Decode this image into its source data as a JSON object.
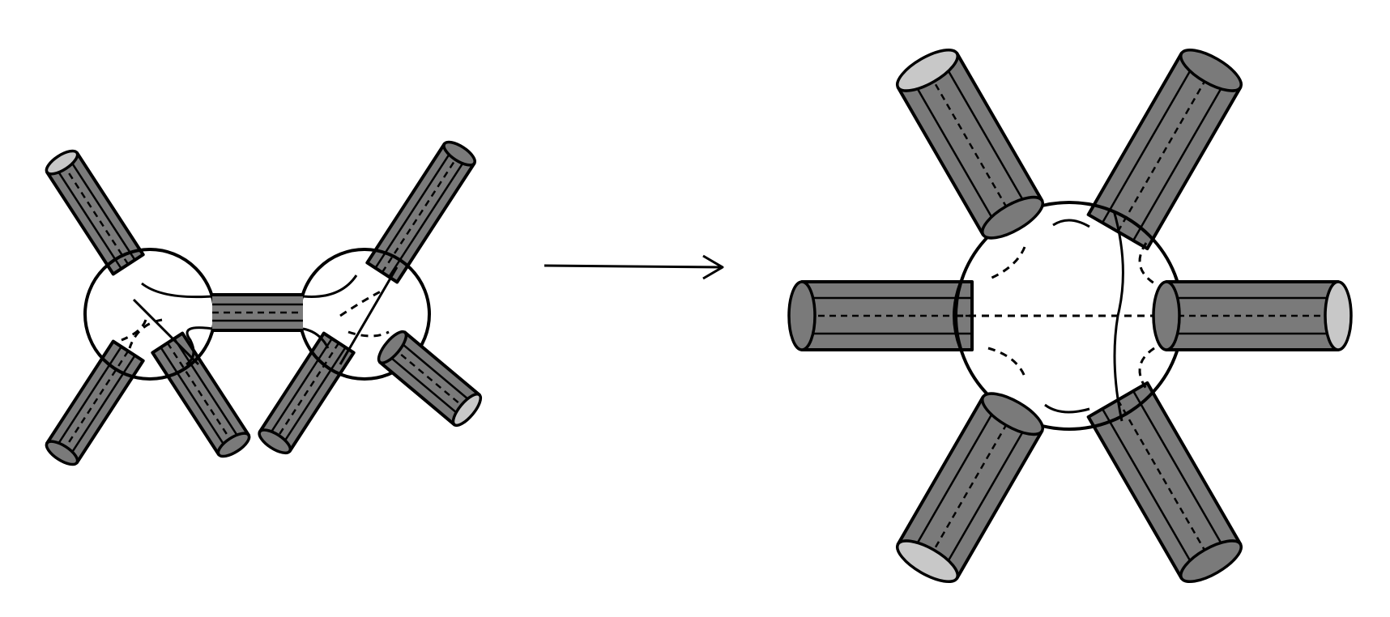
{
  "colors": {
    "background": "#ffffff",
    "surface_fill": "#7a7a7a",
    "tube_end_fill": "#c8c8c8",
    "stroke": "#000000"
  },
  "figure": {
    "left_surface": {
      "description_icon": "two-vertex-surface",
      "vertex_count": 2,
      "external_legs_per_vertex": 3
    },
    "arrow": {
      "icon": "right-arrow-icon"
    },
    "right_surface": {
      "description_icon": "six-leg-vertex-surface",
      "vertex_count": 1,
      "external_legs": 6
    }
  }
}
